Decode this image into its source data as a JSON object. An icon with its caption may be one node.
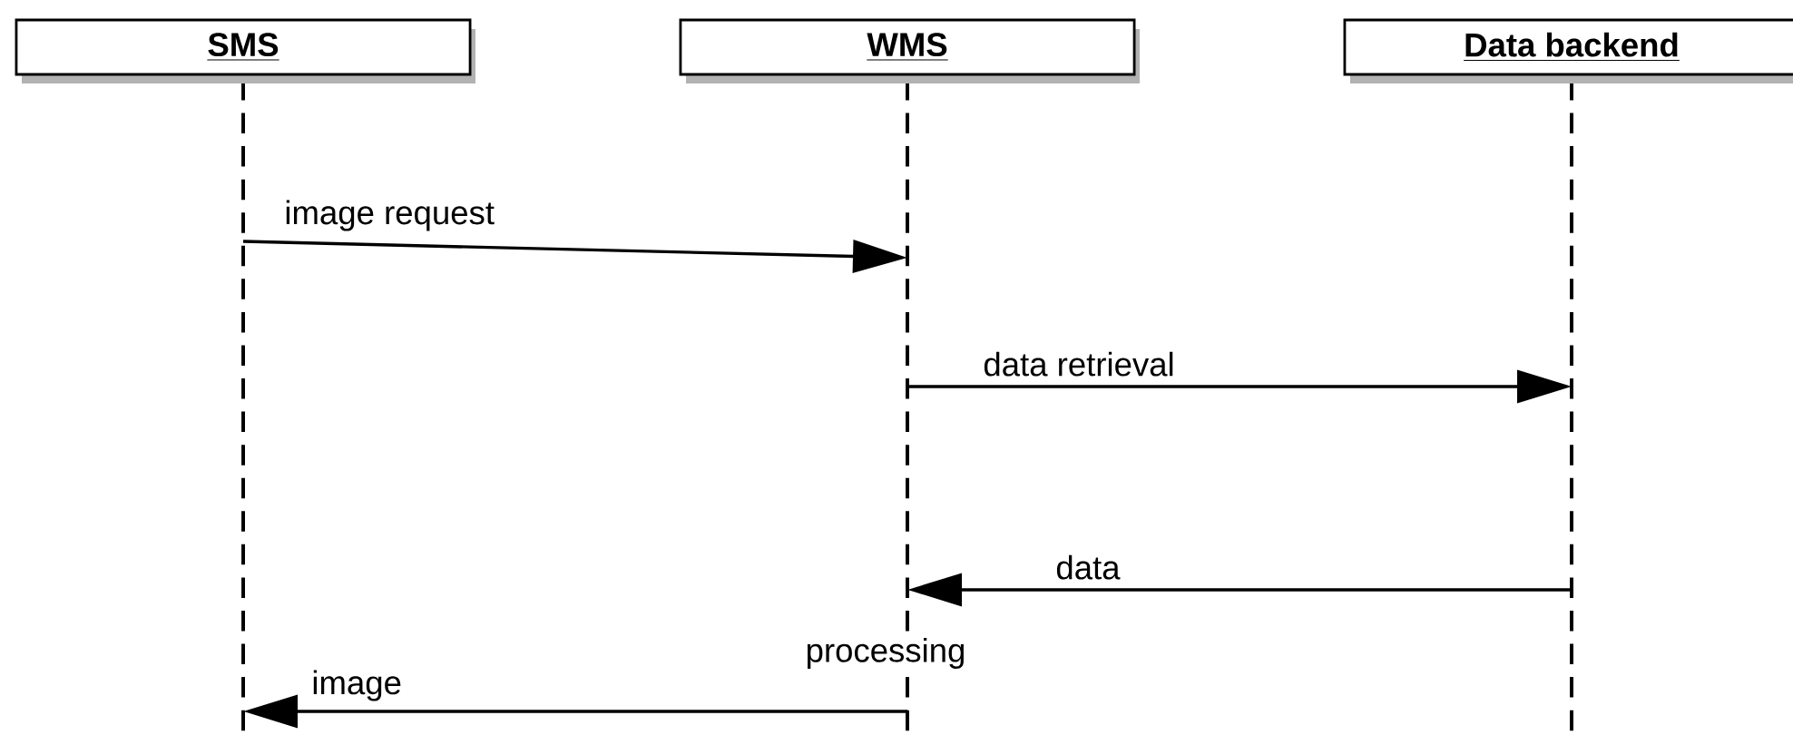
{
  "diagram": {
    "nodes": [
      {
        "text": [
          "SMS"
        ]
      },
      {
        "text": [
          "WMS"
        ]
      },
      {
        "text": [
          "Data backend"
        ]
      }
    ],
    "edges": [
      {
        "from": 0,
        "to": 1,
        "arrow": "to",
        "label": "image request"
      },
      {
        "from": 1,
        "to": 2,
        "arrow": "to",
        "label": "data retrieval"
      },
      {
        "from": 2,
        "to": 1,
        "arrow": "to",
        "label": "data"
      },
      {
        "from": 1,
        "to": 0,
        "arrow": "to",
        "label": "image"
      }
    ],
    "labels": [
      "processing"
    ]
  }
}
